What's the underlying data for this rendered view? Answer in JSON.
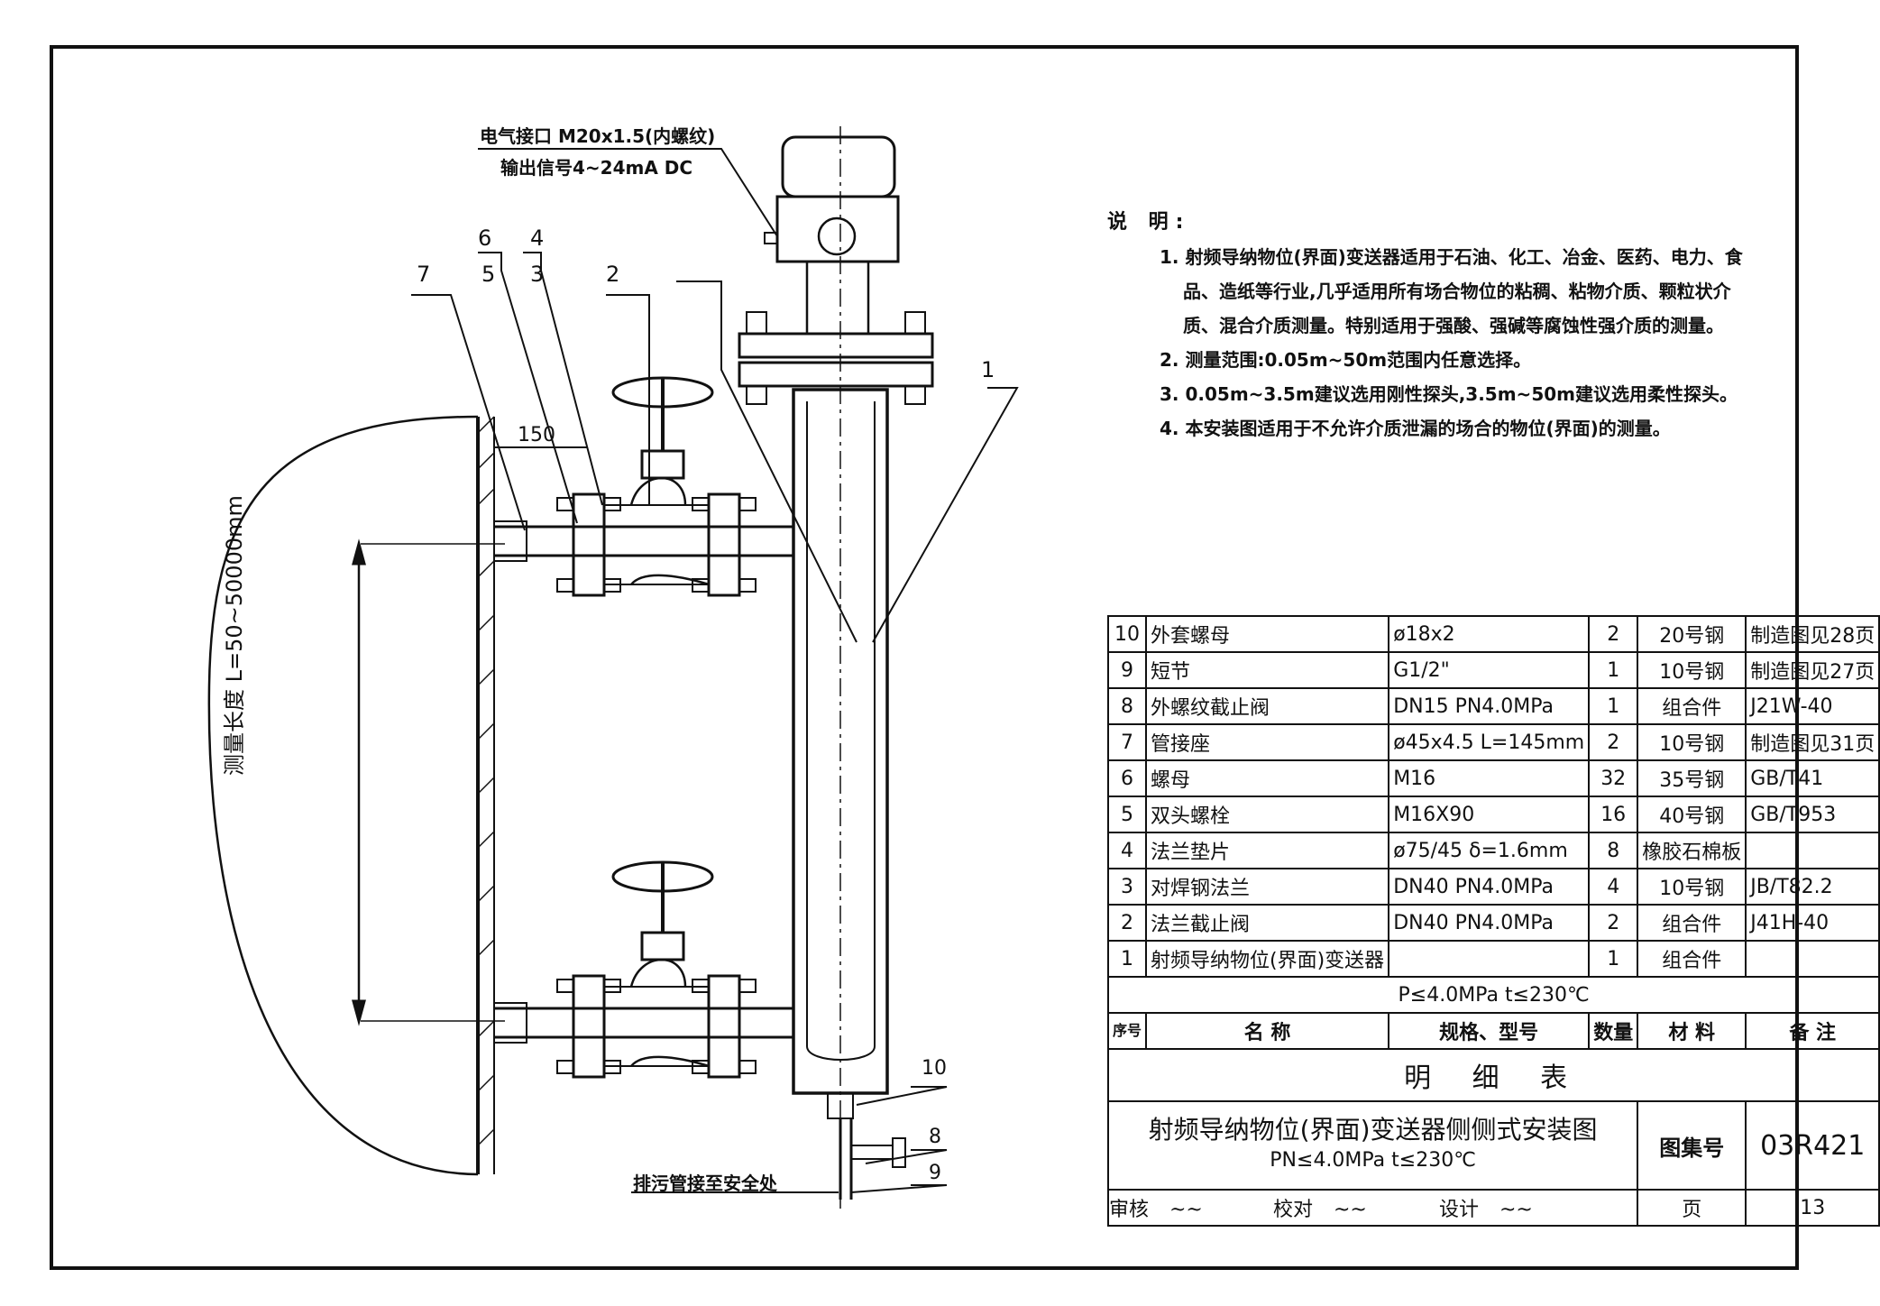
{
  "drawing": {
    "callout_top_line1": "电气接口 M20x1.5(内螺纹)",
    "callout_top_line2": "输出信号4~24mA DC",
    "part_labels": [
      "7",
      "6",
      "5",
      "4",
      "3",
      "2",
      "1",
      "10",
      "8",
      "9"
    ],
    "dim_150": "150",
    "dim_measure": "测量长度 L=50~50000mm",
    "drain_note": "排污管接至安全处"
  },
  "notes": {
    "heading": "说  明:",
    "items": [
      "1. 射频导纳物位(界面)变送器适用于石油、化工、冶金、医药、电力、食品、造纸等行业,几乎适用所有场合物位的粘稠、粘物介质、颗粒状介质、混合介质测量。特别适用于强酸、强碱等腐蚀性强介质的测量。",
      "2. 测量范围:0.05m~50m范围内任意选择。",
      "3. 0.05m~3.5m建议选用刚性探头,3.5m~50m建议选用柔性探头。",
      "4. 本安装图适用于不允许介质泄漏的场合的物位(界面)的测量。"
    ]
  },
  "bom": {
    "rows": [
      [
        "10",
        "外套螺母",
        "ø18x2",
        "2",
        "20号钢",
        "制造图见28页"
      ],
      [
        "9",
        "短节",
        "G1/2\"",
        "1",
        "10号钢",
        "制造图见27页"
      ],
      [
        "8",
        "外螺纹截止阀",
        "DN15   PN4.0MPa",
        "1",
        "组合件",
        "J21W-40"
      ],
      [
        "7",
        "管接座",
        "ø45x4.5  L=145mm",
        "2",
        "10号钢",
        "制造图见31页"
      ],
      [
        "6",
        "螺母",
        "M16",
        "32",
        "35号钢",
        "GB/T41"
      ],
      [
        "5",
        "双头螺栓",
        "M16X90",
        "16",
        "40号钢",
        "GB/T953"
      ],
      [
        "4",
        "法兰垫片",
        "ø75/45   δ=1.6mm",
        "8",
        "橡胶石棉板",
        ""
      ],
      [
        "3",
        "对焊钢法兰",
        "DN40   PN4.0MPa",
        "4",
        "10号钢",
        "JB/T82.2"
      ],
      [
        "2",
        "法兰截止阀",
        "DN40   PN4.0MPa",
        "2",
        "组合件",
        "J41H-40"
      ],
      [
        "1",
        "射频导纳物位(界面)变送器",
        "",
        "1",
        "组合件",
        ""
      ]
    ],
    "condition": "P≤4.0MPa   t≤230℃",
    "headers": [
      "序号",
      "名  称",
      "规格、型号",
      "数量",
      "材  料",
      "备  注"
    ],
    "table_title": "明 细 表"
  },
  "title_block": {
    "title": "射频导纳物位(界面)变送器侧侧式安装图",
    "subtitle": "PN≤4.0MPa   t≤230℃",
    "atlas_label": "图集号",
    "atlas_no": "03R421",
    "review": "审核",
    "check": "校对",
    "design": "设计",
    "page_label": "页",
    "page_no": "13"
  }
}
